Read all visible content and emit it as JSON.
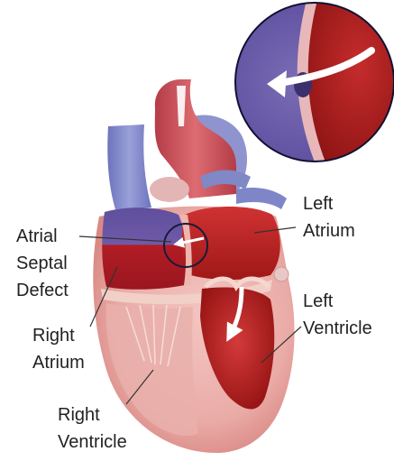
{
  "labels": {
    "atrial_septal_defect": [
      "Atrial",
      "Septal",
      "Defect"
    ],
    "right_atrium": [
      "Right",
      "Atrium"
    ],
    "right_ventricle": [
      "Right",
      "Ventricle"
    ],
    "left_atrium": [
      "Left",
      "Atrium"
    ],
    "left_ventricle": [
      "Left",
      "Ventricle"
    ]
  },
  "colors": {
    "oxygenated_blood": "#b81d1d",
    "deoxygenated_blood": "#6a5fa8",
    "heart_tissue": "#e8a09c",
    "vessel_blue": "#7f86c8",
    "vessel_red": "#c94a52"
  }
}
